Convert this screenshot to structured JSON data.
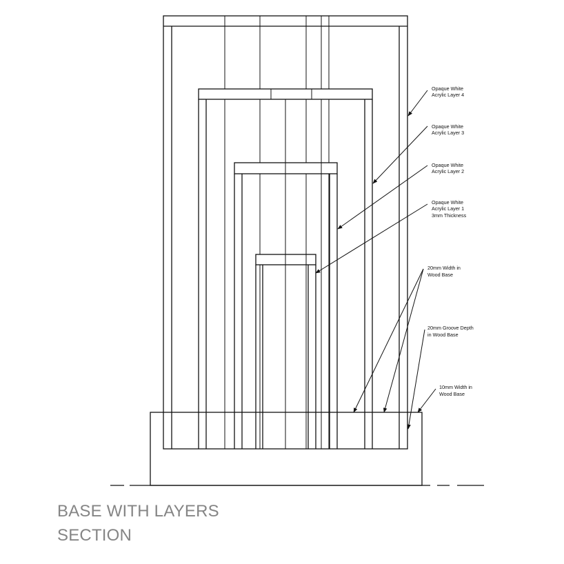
{
  "title": {
    "line1": "BASE WITH LAYERS",
    "line2": "SECTION"
  },
  "annotations": {
    "layer4": [
      "Opaque White",
      "Acrylic Layer 4"
    ],
    "layer3": [
      "Opaque White",
      "Acrylic Layer 3"
    ],
    "layer2": [
      "Opaque White",
      "Acrylic Layer 2"
    ],
    "layer1": [
      "Opaque White",
      "Acrylic Layer 1",
      "3mm Thickness"
    ],
    "base_width_20": [
      "20mm Width in",
      "Wood Base"
    ],
    "groove_depth": [
      "20mm Groove Depth",
      "in Wood Base"
    ],
    "base_width_10": [
      "10mm Width in",
      "Wood Base"
    ]
  },
  "colors": {
    "line": "#111111",
    "title": "#858585",
    "background": "#ffffff"
  }
}
